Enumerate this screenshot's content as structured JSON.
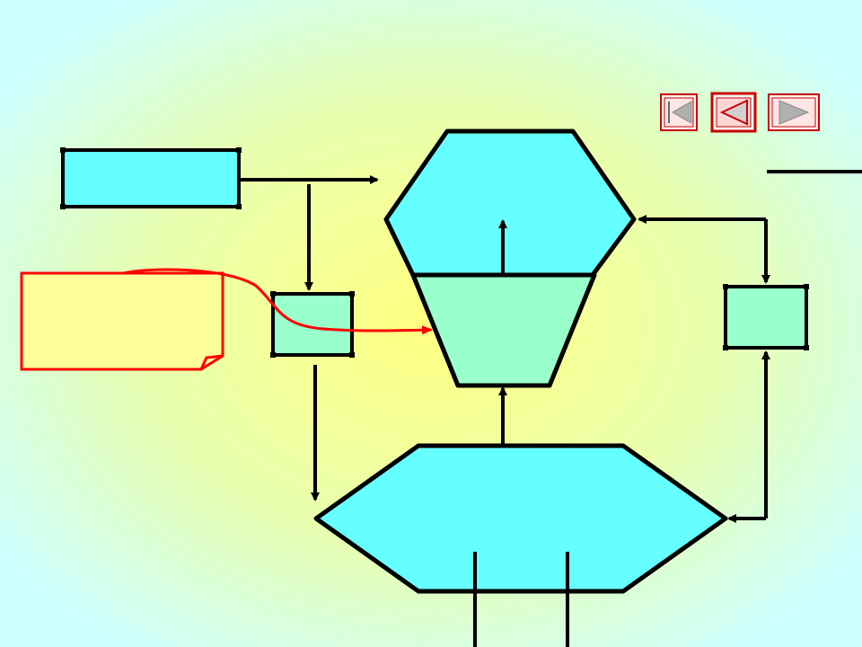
{
  "slide": {
    "background_colors": {
      "outer": "#ccffff",
      "center": "#ffff80"
    }
  },
  "colors": {
    "cyan_fill": "#66ffff",
    "mint_fill": "#99ffcc",
    "yellow_fill": "#ffff99",
    "outline": "#000000",
    "accent_red": "#ff0000"
  },
  "navigation": {
    "buttons": [
      {
        "name": "first-slide-button",
        "icon": "skip-to-first-icon"
      },
      {
        "name": "previous-slide-button",
        "icon": "previous-triangle-icon"
      },
      {
        "name": "next-slide-button",
        "icon": "next-triangle-icon"
      }
    ]
  },
  "diagram": {
    "nodes": [
      {
        "id": "top-left-box",
        "shape": "rectangle"
      },
      {
        "id": "top-hexagon",
        "shape": "hexagon"
      },
      {
        "id": "trapezoid",
        "shape": "trapezoid"
      },
      {
        "id": "small-box-left",
        "shape": "rectangle"
      },
      {
        "id": "small-box-right",
        "shape": "rectangle"
      },
      {
        "id": "bottom-hexagon",
        "shape": "hexagon"
      },
      {
        "id": "callout-note",
        "shape": "folded-note"
      }
    ],
    "labels": []
  }
}
